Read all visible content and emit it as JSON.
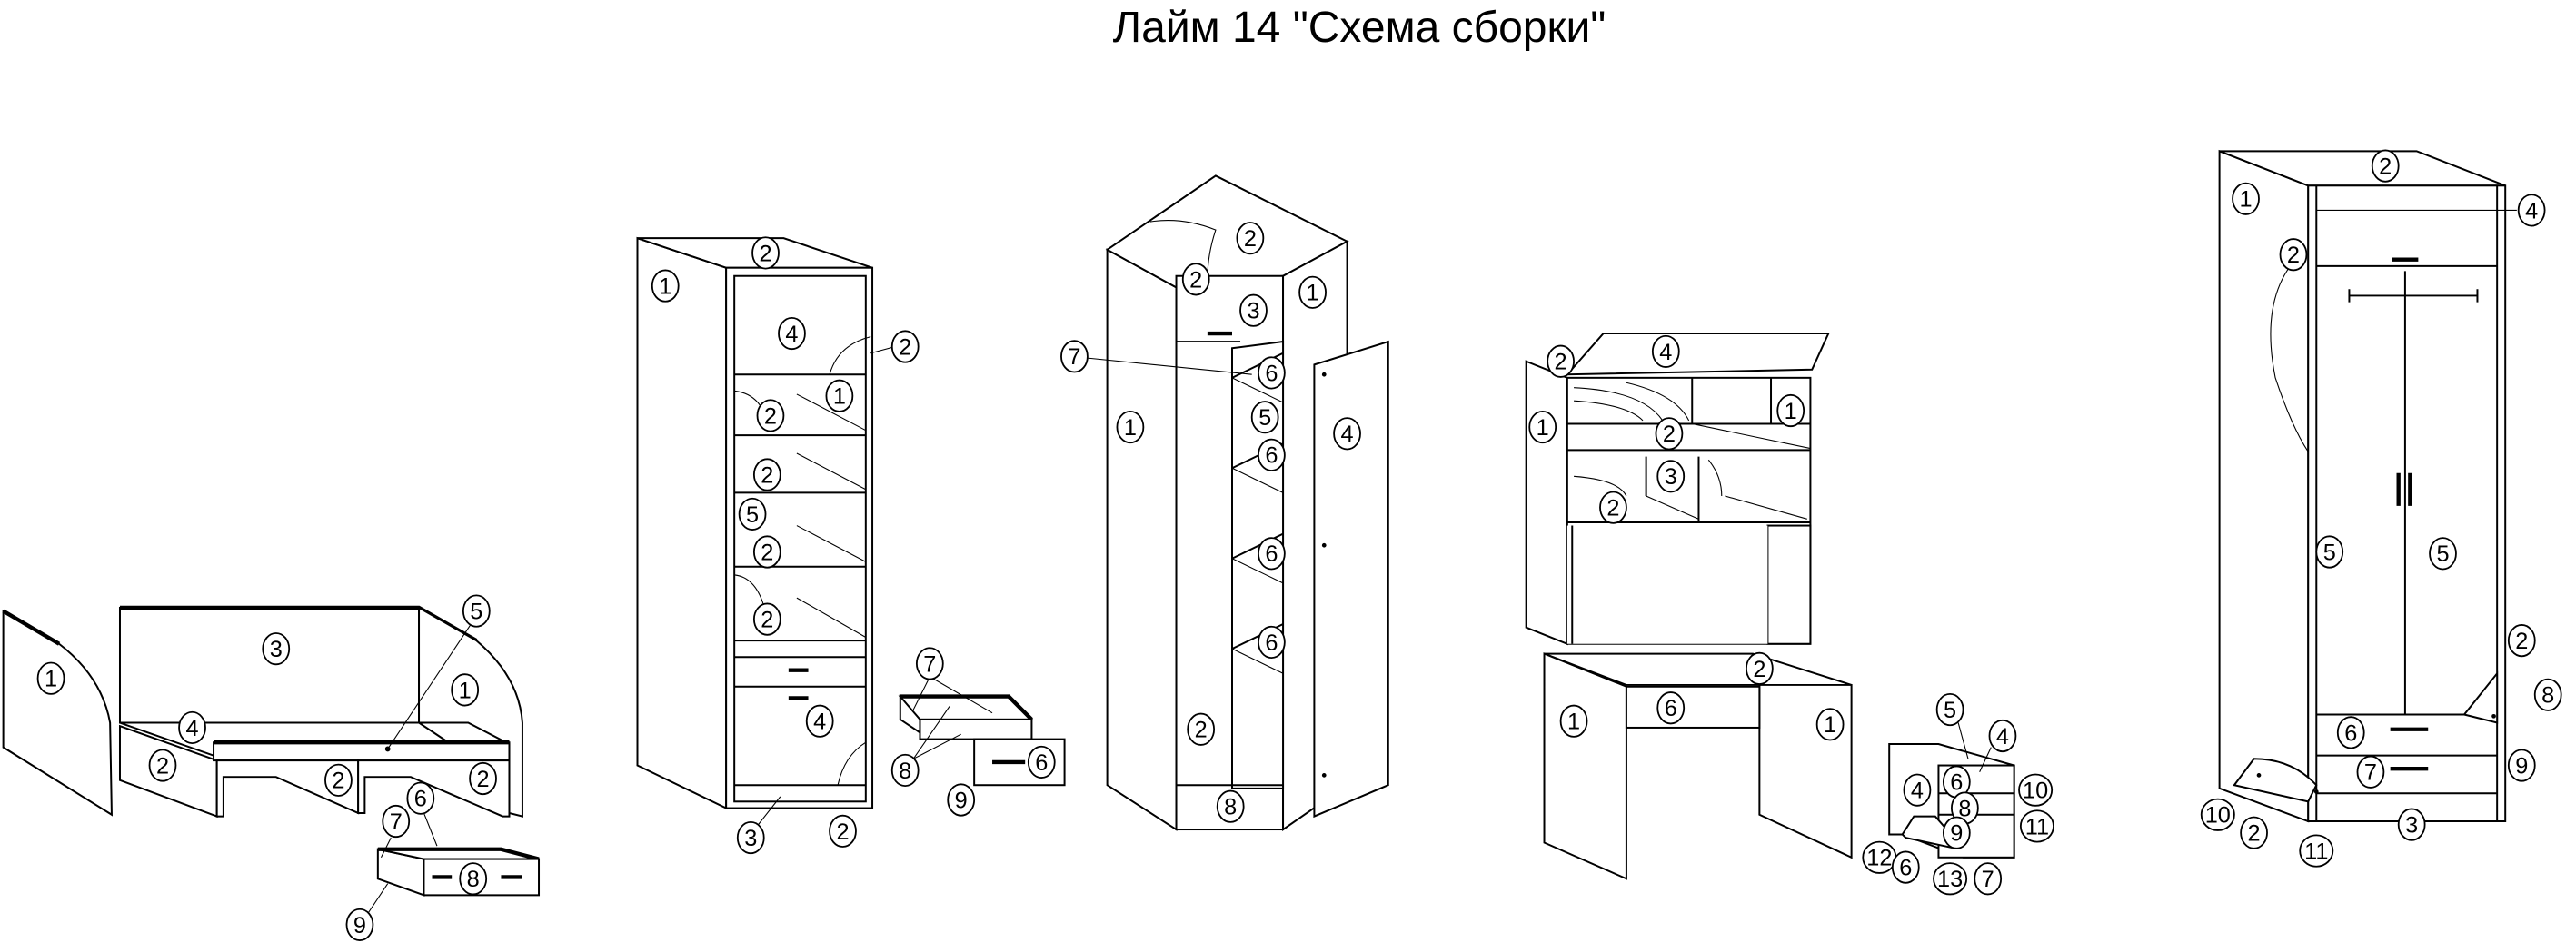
{
  "title": "Лайм 14 \"Схема сборки\"",
  "assemblies": {
    "sofa_bed": {
      "callouts": [
        "1",
        "3",
        "1",
        "5",
        "4",
        "2",
        "2",
        "2",
        "7",
        "6",
        "8",
        "9"
      ]
    },
    "shelf_wardrobe": {
      "callouts": [
        "1",
        "2",
        "4",
        "2",
        "1",
        "2",
        "2",
        "5",
        "2",
        "2",
        "4",
        "3",
        "2",
        "7",
        "8",
        "9",
        "6"
      ]
    },
    "corner_wardrobe": {
      "callouts": [
        "2",
        "2",
        "1",
        "3",
        "7",
        "6",
        "5",
        "6",
        "1",
        "4",
        "6",
        "6",
        "2",
        "8"
      ]
    },
    "desk_hutch": {
      "callouts": [
        "2",
        "4",
        "1",
        "1",
        "2",
        "3",
        "2",
        "2",
        "6",
        "1",
        "1"
      ]
    },
    "bedside_cabinet": {
      "callouts": [
        "5",
        "4",
        "6",
        "4",
        "10",
        "8",
        "11",
        "9",
        "12",
        "6",
        "13",
        "7"
      ]
    },
    "two_door_wardrobe": {
      "callouts": [
        "1",
        "2",
        "4",
        "2",
        "5",
        "5",
        "2",
        "8",
        "6",
        "9",
        "7",
        "10",
        "2",
        "11",
        "3"
      ]
    }
  },
  "colors": {
    "line": "#000000",
    "background": "#ffffff"
  }
}
